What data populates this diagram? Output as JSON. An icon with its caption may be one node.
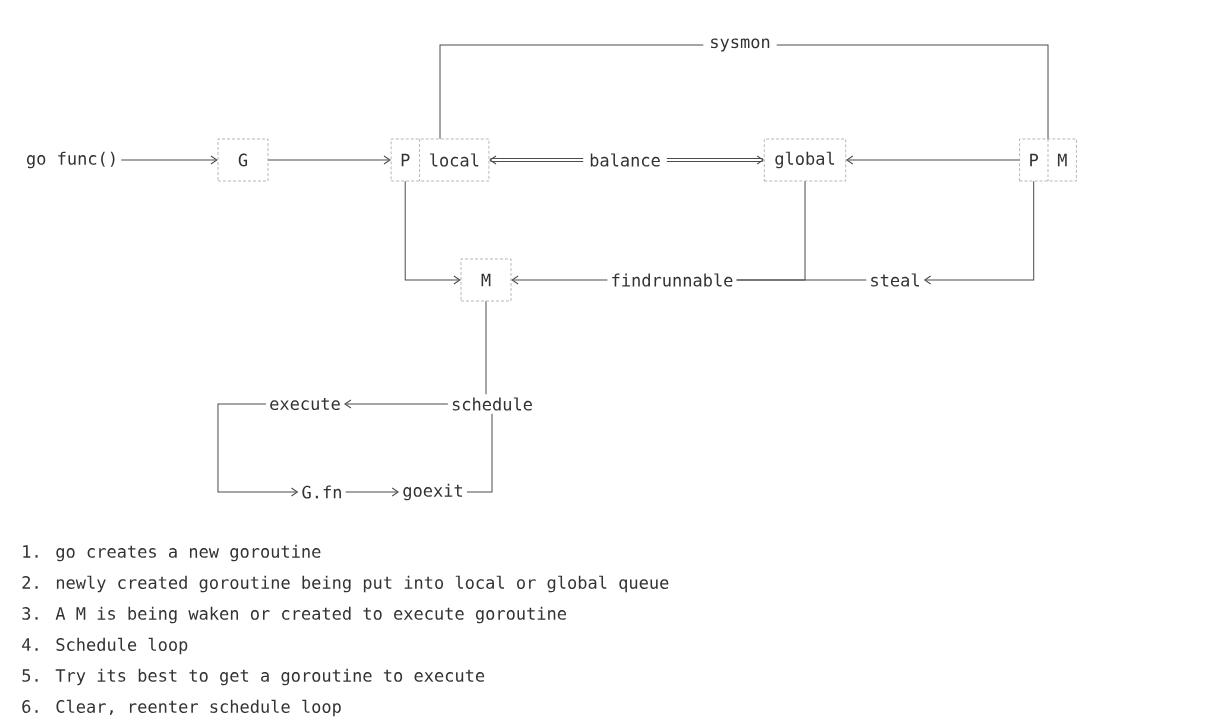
{
  "diagram": {
    "nodes": [
      {
        "text": [
          "go func()"
        ]
      },
      {
        "text": [
          "G"
        ]
      },
      {
        "text": [
          "P",
          "local"
        ]
      },
      {
        "text": [
          "global"
        ]
      },
      {
        "text": [
          "P",
          "M"
        ]
      },
      {
        "text": [
          "M"
        ]
      },
      {
        "text": [
          "findrunnable"
        ]
      },
      {
        "text": [
          "steal"
        ]
      },
      {
        "text": [
          "schedule"
        ]
      },
      {
        "text": [
          "execute"
        ]
      },
      {
        "text": [
          "G.fn"
        ]
      },
      {
        "text": [
          "goexit"
        ]
      }
    ],
    "edges": [
      {
        "from": 0,
        "to": 1,
        "arrow": "to"
      },
      {
        "from": 1,
        "to": 2,
        "arrow": "to"
      },
      {
        "from": 2,
        "to": 3,
        "arrow": "both",
        "label": "balance",
        "style": "thick"
      },
      {
        "from": 4,
        "to": 3,
        "arrow": "to"
      },
      {
        "from": 2,
        "to": 4,
        "arrow": "none",
        "label": "sysmon"
      },
      {
        "from": 2,
        "to": 5,
        "arrow": "to"
      },
      {
        "from": 6,
        "to": 5,
        "arrow": "to"
      },
      {
        "from": 3,
        "to": 6,
        "arrow": "none"
      },
      {
        "from": 7,
        "to": 6,
        "arrow": "none"
      },
      {
        "from": 4,
        "to": 7,
        "arrow": "to"
      },
      {
        "from": 5,
        "to": 8,
        "arrow": "none"
      },
      {
        "from": 8,
        "to": 9,
        "arrow": "to"
      },
      {
        "from": 9,
        "to": 10,
        "arrow": "to"
      },
      {
        "from": 10,
        "to": 11,
        "arrow": "to"
      },
      {
        "from": 11,
        "to": 8,
        "arrow": "none"
      }
    ],
    "labels": [
      "1. go creates a new goroutine",
      "2. newly created goroutine being put into local or global queue",
      "3. A M is being waken or created to execute goroutine",
      "4. Schedule loop",
      "5. Try its best to get a goroutine to execute",
      "6. Clear, reenter schedule loop"
    ]
  }
}
